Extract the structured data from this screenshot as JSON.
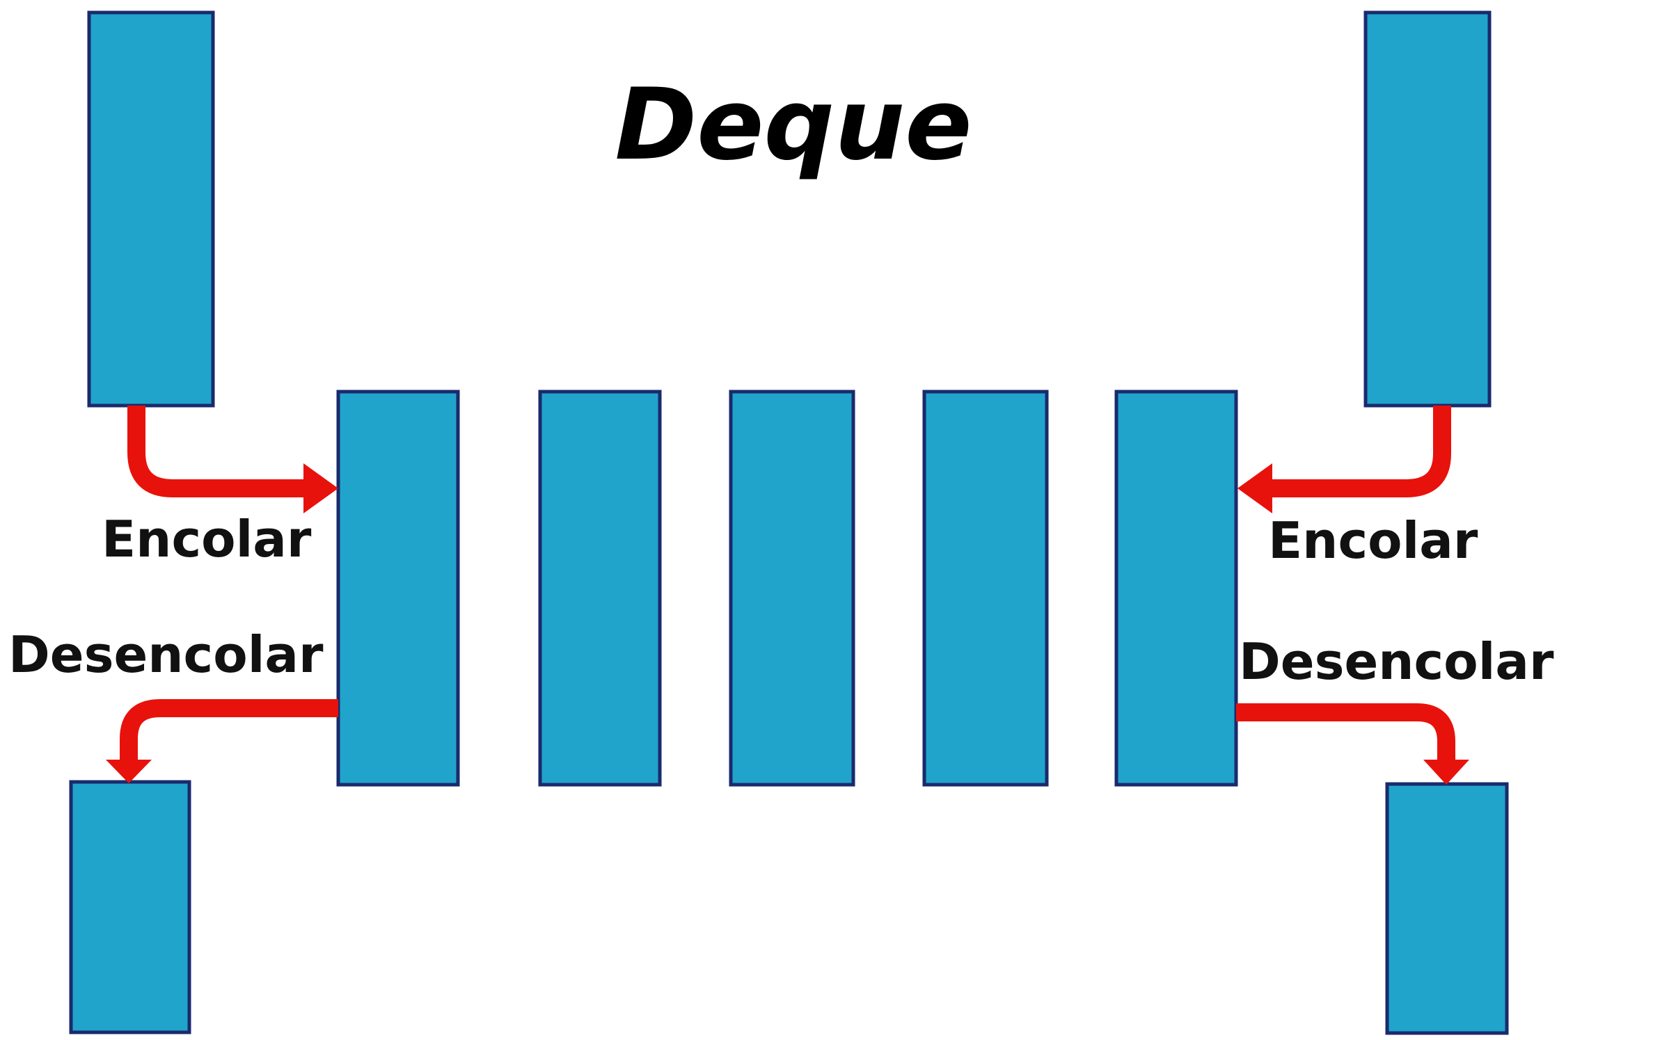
{
  "diagram": {
    "title": "Deque",
    "labels": {
      "left_enqueue": "Encolar",
      "left_dequeue": "Desencolar",
      "right_enqueue": "Encolar",
      "right_dequeue": "Desencolar"
    },
    "colors": {
      "box_fill": "#20a4cc",
      "box_border": "#1a2a6c",
      "arrow": "#e8120c",
      "text": "#111111"
    }
  }
}
